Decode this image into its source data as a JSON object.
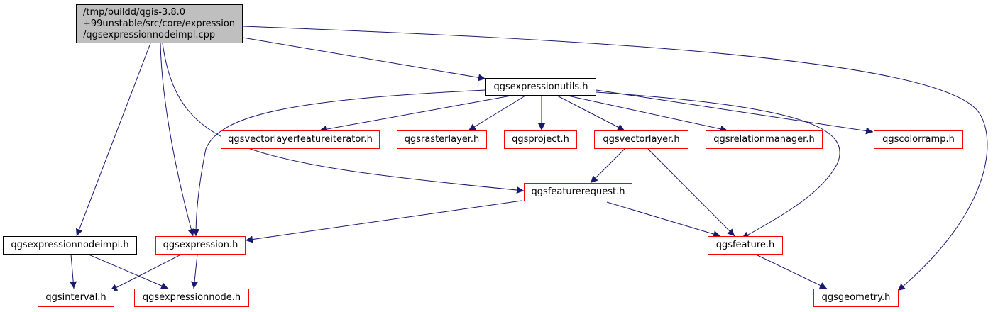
{
  "colors": {
    "edge": "#191970",
    "red_border": "#ff0000",
    "black_border": "#000000",
    "root_fill": "#bfbfbf"
  },
  "nodes": {
    "root": {
      "lines": [
        "/tmp/buildd/qgis-3.8.0",
        "+99unstable/src/core/expression",
        "/qgsexpressionnodeimpl.cpp"
      ]
    },
    "qgsexpressionutils": "qgsexpressionutils.h",
    "qgsvectorlayerfeatureiterator": "qgsvectorlayerfeatureiterator.h",
    "qgsrasterlayer": "qgsrasterlayer.h",
    "qgsproject": "qgsproject.h",
    "qgsvectorlayer": "qgsvectorlayer.h",
    "qgsrelationmanager": "qgsrelationmanager.h",
    "qgscolorramp": "qgscolorramp.h",
    "qgsfeaturerequest": "qgsfeaturerequest.h",
    "qgsexpressionnodeimpl": "qgsexpressionnodeimpl.h",
    "qgsexpression": "qgsexpression.h",
    "qgsfeature": "qgsfeature.h",
    "qgsinterval": "qgsinterval.h",
    "qgsexpressionnode": "qgsexpressionnode.h",
    "qgsgeometry": "qgsgeometry.h"
  }
}
